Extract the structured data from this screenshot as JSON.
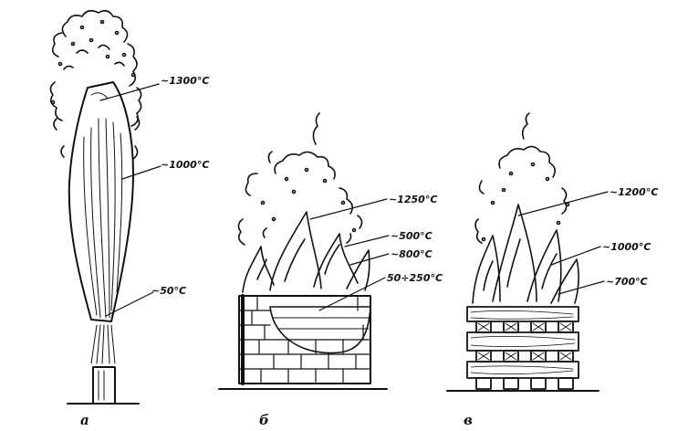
{
  "panels": [
    {
      "caption": "а",
      "labels": [
        "~1300°C",
        "~1000°C",
        "~50°C"
      ]
    },
    {
      "caption": "б",
      "labels": [
        "~1250°C",
        "~500°C",
        "~800°C",
        "50÷250°C"
      ]
    },
    {
      "caption": "в",
      "labels": [
        "~1200°C",
        "~1000°C",
        "~700°C"
      ]
    }
  ]
}
